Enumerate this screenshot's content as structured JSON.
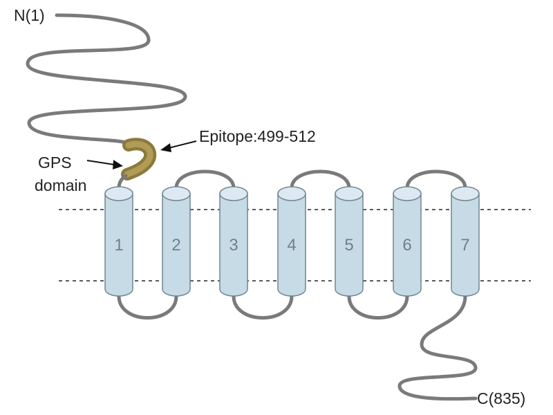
{
  "labels": {
    "n_terminus": "N(1)",
    "c_terminus": "C(835)",
    "epitope": "Epitope:499-512",
    "gps_line1": "GPS",
    "gps_line2": "domain"
  },
  "helices": [
    "1",
    "2",
    "3",
    "4",
    "5",
    "6",
    "7"
  ],
  "colors": {
    "helix_fill": "#c7dbe6",
    "helix_outline": "#6f8592",
    "chain": "#7a7a7a",
    "gps_domain": "#8b7a3c"
  }
}
